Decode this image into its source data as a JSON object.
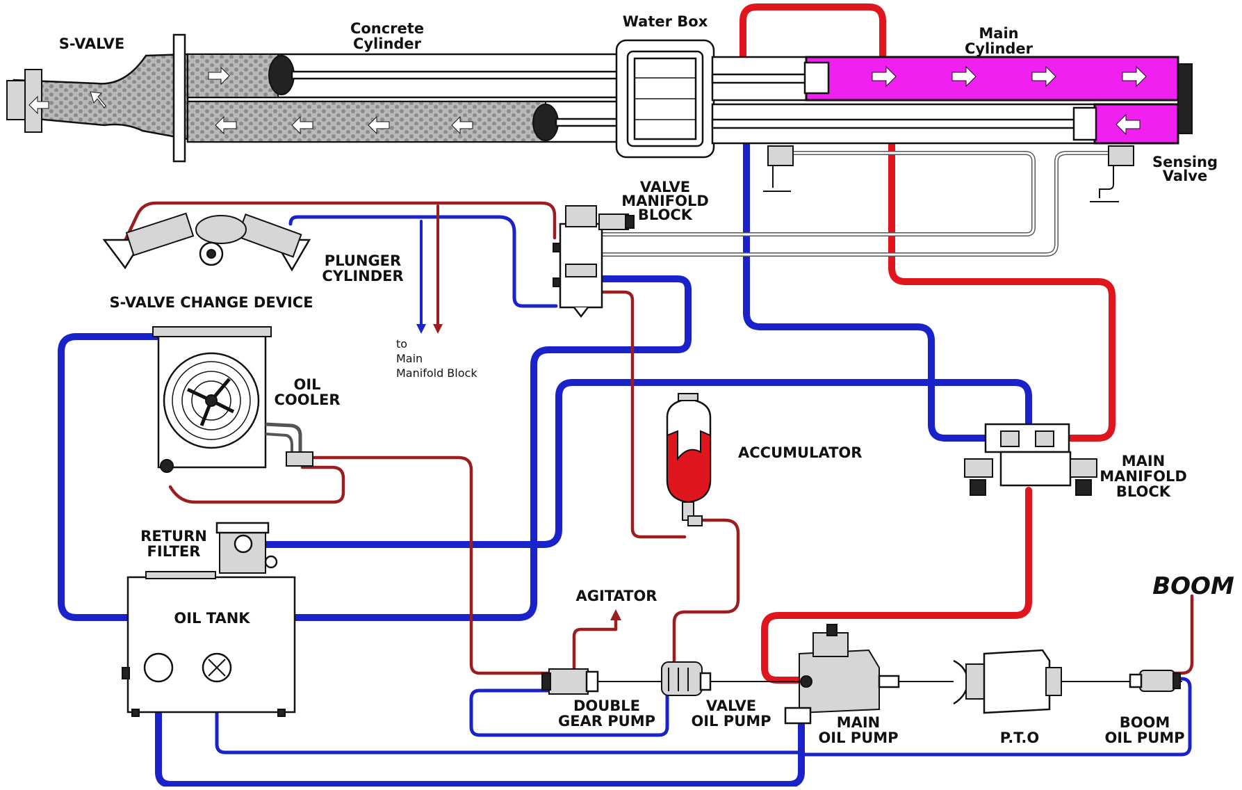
{
  "labels": {
    "s_valve": "S-VALVE",
    "concrete_cylinder": [
      "Concrete",
      "Cylinder"
    ],
    "water_box": "Water Box",
    "main_cylinder": [
      "Main",
      "Cylinder"
    ],
    "sensing_valve": [
      "Sensing",
      "Valve"
    ],
    "valve_manifold_block": [
      "VALVE",
      "MANIFOLD",
      "BLOCK"
    ],
    "plunger_cylinder": [
      "PLUNGER",
      "CYLINDER"
    ],
    "s_valve_change_device": "S-VALVE CHANGE DEVICE",
    "to_main_manifold": [
      "to",
      "Main",
      "Manifold Block"
    ],
    "oil_cooler": [
      "OIL",
      "COOLER"
    ],
    "accumulator": "ACCUMULATOR",
    "main_manifold_block": [
      "MAIN",
      "MANIFOLD",
      "BLOCK"
    ],
    "return_filter": [
      "RETURN",
      "FILTER"
    ],
    "oil_tank": "OIL TANK",
    "agitator": "AGITATOR",
    "boom": "BOOM",
    "double_gear_pump": [
      "DOUBLE",
      "GEAR PUMP"
    ],
    "valve_oil_pump": [
      "VALVE",
      "OIL PUMP"
    ],
    "main_oil_pump": [
      "MAIN",
      "OIL PUMP"
    ],
    "pto": "P.T.O",
    "boom_oil_pump": [
      "BOOM",
      "OIL PUMP"
    ]
  },
  "colors": {
    "pressure_line": "#e0161e",
    "return_line": "#1a23c9",
    "pilot_pressure_line": "#9b1d20",
    "main_cylinder_fill": "#f020f0",
    "concrete_fill": "#b4b4b4",
    "accumulator_fill": "#e0161e",
    "steel": "#d6d6d6"
  }
}
